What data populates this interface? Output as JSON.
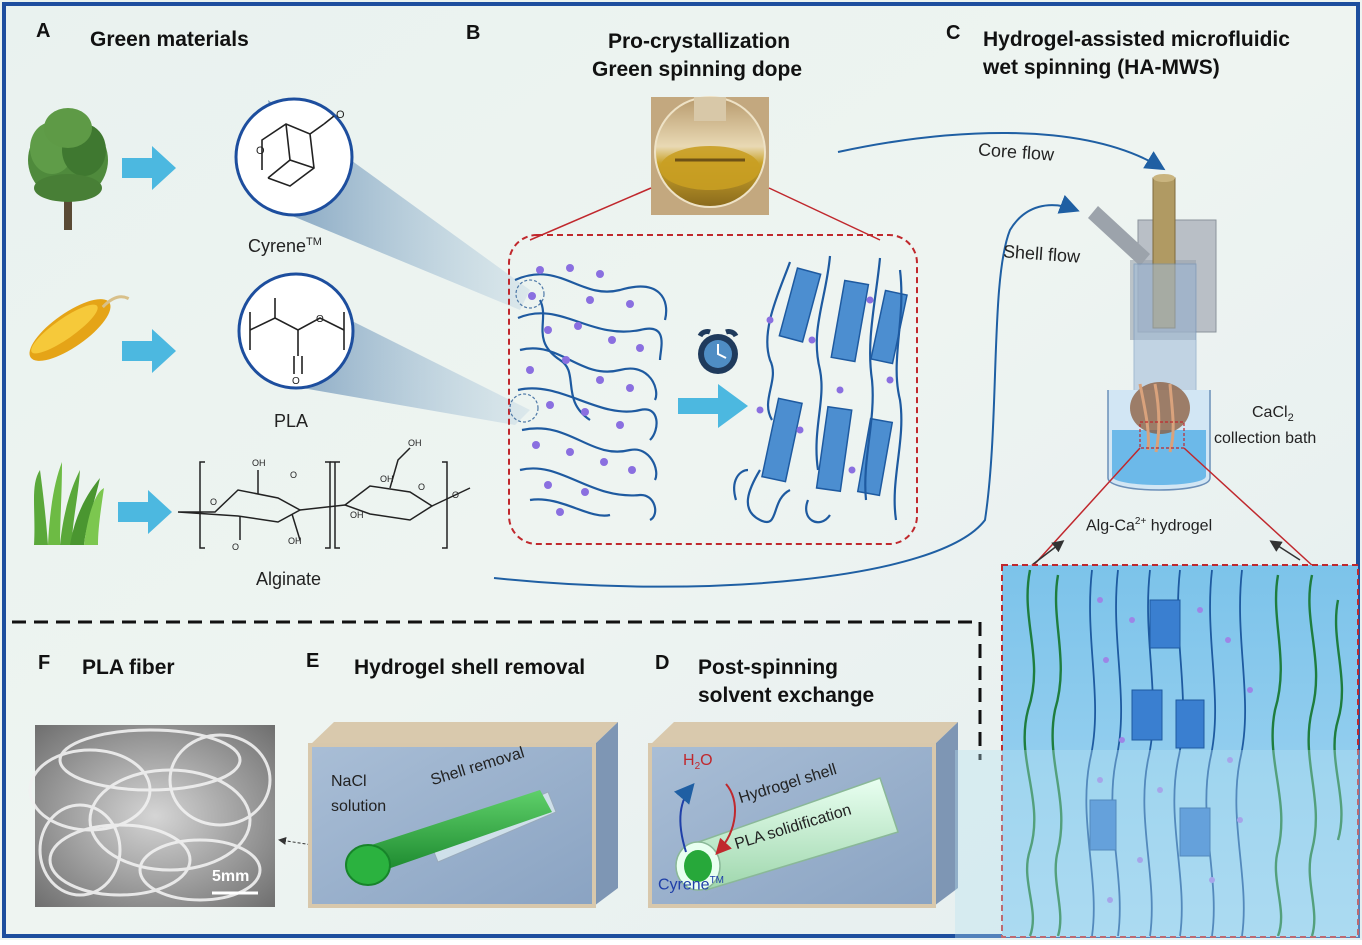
{
  "panel_a": {
    "letter": "A",
    "title": "Green materials",
    "cyrene_label": "Cyrene",
    "cyrene_tm": "TM",
    "pla_label": "PLA",
    "alginate_label": "Alginate"
  },
  "panel_b": {
    "letter": "B",
    "title_line1": "Pro-crystallization",
    "title_line2": "Green spinning dope"
  },
  "panel_c": {
    "letter": "C",
    "title_line1": "Hydrogel-assisted microfluidic",
    "title_line2": "wet spinning (HA-MWS)",
    "core_flow": "Core flow",
    "shell_flow": "Shell flow",
    "bath_line1_pre": "CaCl",
    "bath_line1_sub": "2",
    "bath_line2": "collection bath",
    "hydrogel_pre": "Alg-Ca",
    "hydrogel_sup": "2+",
    "hydrogel_post": " hydrogel"
  },
  "panel_d": {
    "letter": "D",
    "title_line1": "Post-spinning",
    "title_line2": "solvent exchange",
    "water_pre": "H",
    "water_sub": "2",
    "water_post": "O",
    "hydrogel_shell": "Hydrogel shell",
    "pla_solidification": "PLA solidification",
    "cyrene_label": "Cyrene",
    "cyrene_tm": "TM"
  },
  "panel_e": {
    "letter": "E",
    "title": "Hydrogel shell removal",
    "nacl_line1": "NaCl",
    "nacl_line2": "solution",
    "shell_removal": "Shell removal"
  },
  "panel_f": {
    "letter": "F",
    "title": "PLA fiber",
    "scale_bar": "5mm"
  },
  "colors": {
    "frame_blue": "#1d4e9e",
    "arrow_cyan": "#4cb8e0",
    "chain_blue": "#1e5aa0",
    "dot_purple": "#8a6fe0",
    "dashed_red": "#c0282d",
    "green_fiber": "#1f9a2e"
  }
}
